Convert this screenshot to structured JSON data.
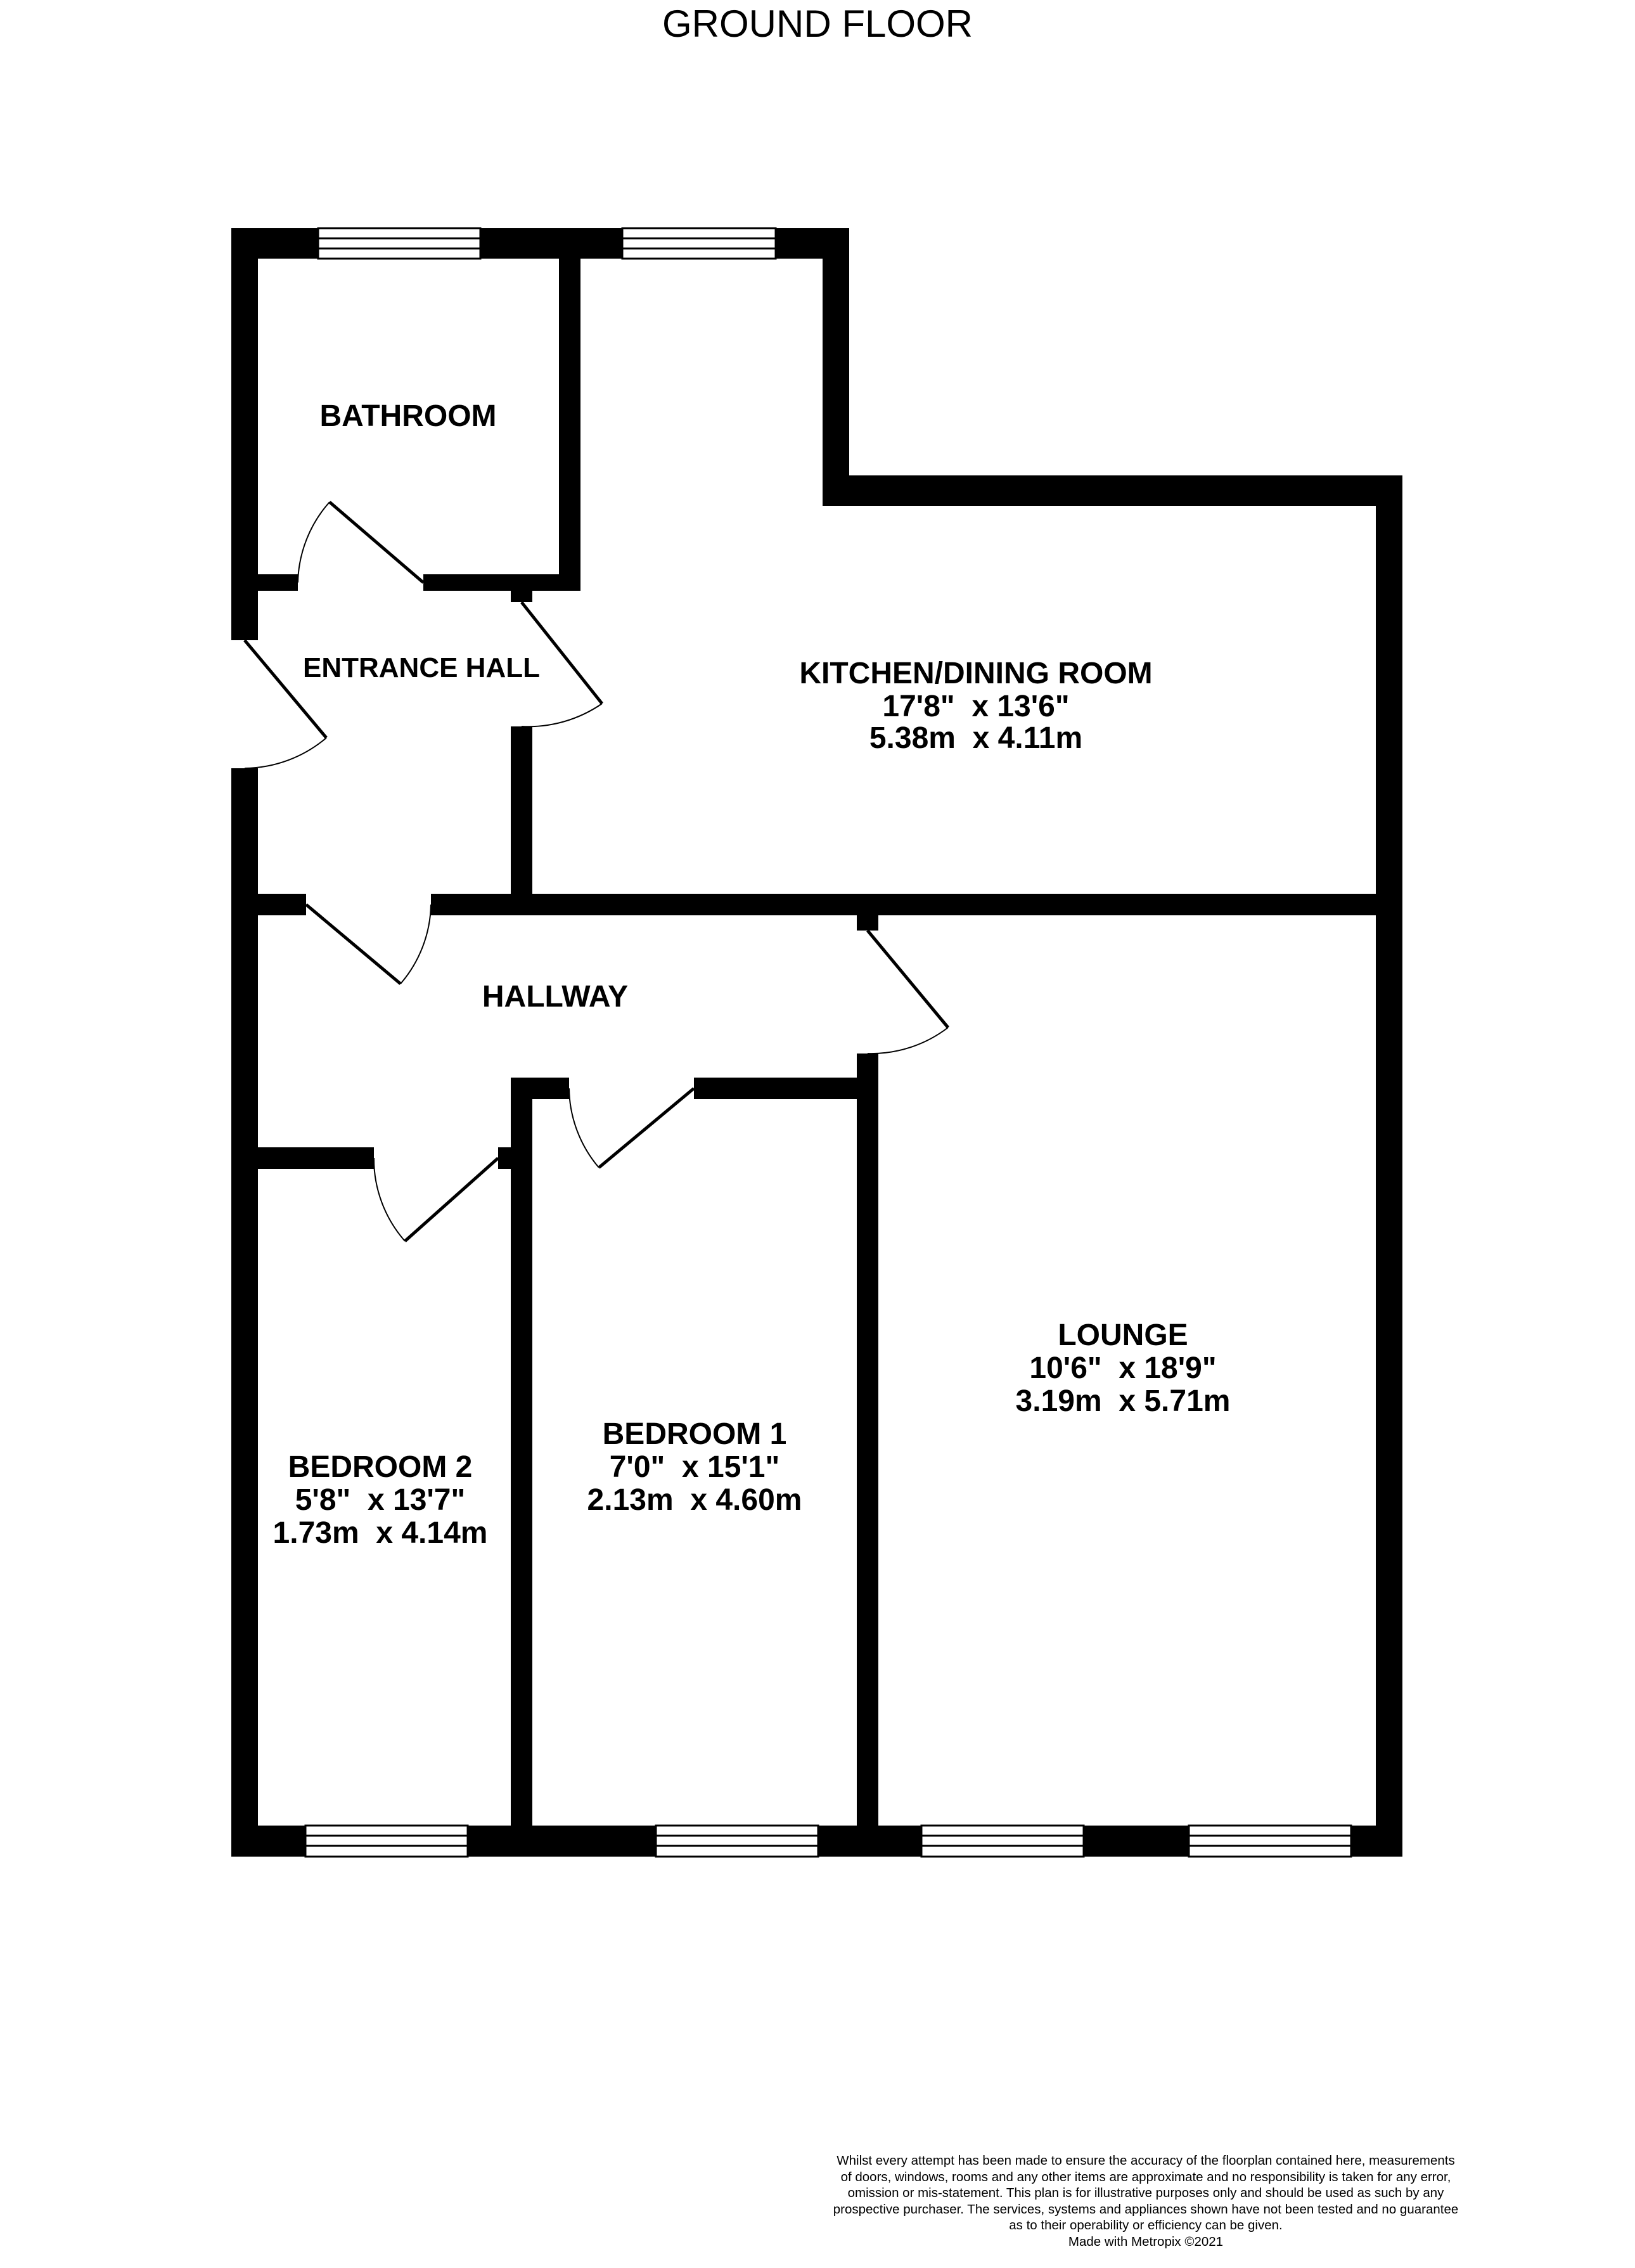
{
  "floor_title": "GROUND FLOOR",
  "rooms": {
    "bathroom": {
      "name": "BATHROOM"
    },
    "entrance_hall": {
      "name": "ENTRANCE HALL"
    },
    "kitchen": {
      "name": "KITCHEN/DINING ROOM",
      "imperial": "17'8\"  x 13'6\"",
      "metric": "5.38m  x 4.11m"
    },
    "hallway": {
      "name": "HALLWAY"
    },
    "lounge": {
      "name": "LOUNGE",
      "imperial": "10'6\"  x 18'9\"",
      "metric": "3.19m  x 5.71m"
    },
    "bedroom1": {
      "name": "BEDROOM 1",
      "imperial": "7'0\"  x 15'1\"",
      "metric": "2.13m  x 4.60m"
    },
    "bedroom2": {
      "name": "BEDROOM 2",
      "imperial": "5'8\"  x 13'7\"",
      "metric": "1.73m  x 4.14m"
    }
  },
  "disclaimer_lines": [
    "Whilst every attempt has been made to ensure the accuracy of the floorplan contained here, measurements",
    "of doors, windows, rooms and any other items are approximate and no responsibility is taken for any error,",
    "omission or mis-statement. This plan is for illustrative purposes only and should be used as such by any",
    "prospective purchaser. The services, systems and appliances shown have not been tested and no guarantee",
    "as to their operability or efficiency can be given.",
    "Made with Metropix ©2021"
  ],
  "colors": {
    "wall": "#000000",
    "background": "#ffffff",
    "text": "#000000"
  }
}
